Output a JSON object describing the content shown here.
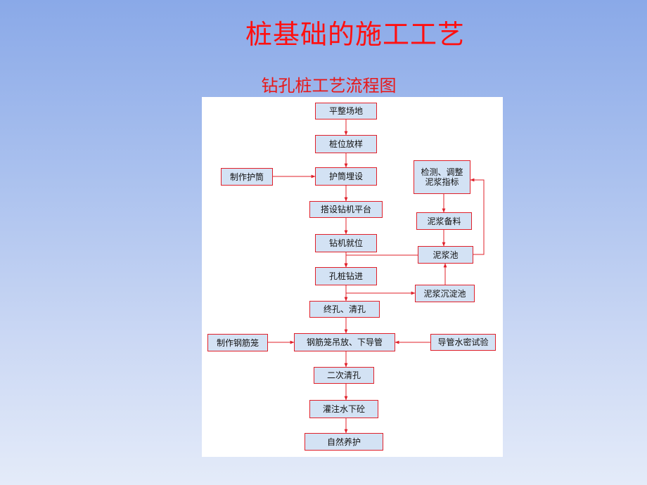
{
  "slide": {
    "title": "桩基础的施工工艺",
    "subtitle": "钻孔桩工艺流程图"
  },
  "flowchart": {
    "nodes": [
      {
        "id": "n1",
        "label": "平整场地"
      },
      {
        "id": "n2",
        "label": "桩位放样"
      },
      {
        "id": "n3",
        "label": "护筒埋设"
      },
      {
        "id": "n4",
        "label": "搭设钻机平台"
      },
      {
        "id": "n5",
        "label": "钻机就位"
      },
      {
        "id": "n6",
        "label": "孔桩钻进"
      },
      {
        "id": "n7",
        "label": "终孔、清孔"
      },
      {
        "id": "n8",
        "label": "钢筋笼吊放、下导管"
      },
      {
        "id": "n9",
        "label": "二次清孔"
      },
      {
        "id": "n10",
        "label": "灌注水下砼"
      },
      {
        "id": "n11",
        "label": "自然养护"
      },
      {
        "id": "s1",
        "label": "制作护筒"
      },
      {
        "id": "s2",
        "label": "制作钢筋笼"
      },
      {
        "id": "s3",
        "label": "导管水密试验"
      },
      {
        "id": "r1",
        "label": "检测、调整\n泥浆指标"
      },
      {
        "id": "r2",
        "label": "泥浆备料"
      },
      {
        "id": "r3",
        "label": "泥浆池"
      },
      {
        "id": "r4",
        "label": "泥浆沉淀池"
      }
    ],
    "edges": [
      [
        "n1",
        "n2"
      ],
      [
        "n2",
        "n3"
      ],
      [
        "n3",
        "n4"
      ],
      [
        "n4",
        "n5"
      ],
      [
        "n5",
        "n6"
      ],
      [
        "n6",
        "n7"
      ],
      [
        "n7",
        "n8"
      ],
      [
        "n8",
        "n9"
      ],
      [
        "n9",
        "n10"
      ],
      [
        "n10",
        "n11"
      ],
      [
        "s1",
        "n3"
      ],
      [
        "s2",
        "n8"
      ],
      [
        "s3",
        "n8"
      ],
      [
        "r1",
        "r2"
      ],
      [
        "r2",
        "r3"
      ],
      [
        "r3",
        "n6"
      ],
      [
        "n6",
        "r4"
      ],
      [
        "r4",
        "r3"
      ],
      [
        "r3",
        "r1"
      ]
    ],
    "colors": {
      "box_fill": "#d3e2f4",
      "line": "#e0202a",
      "background": "#ffffff"
    }
  }
}
